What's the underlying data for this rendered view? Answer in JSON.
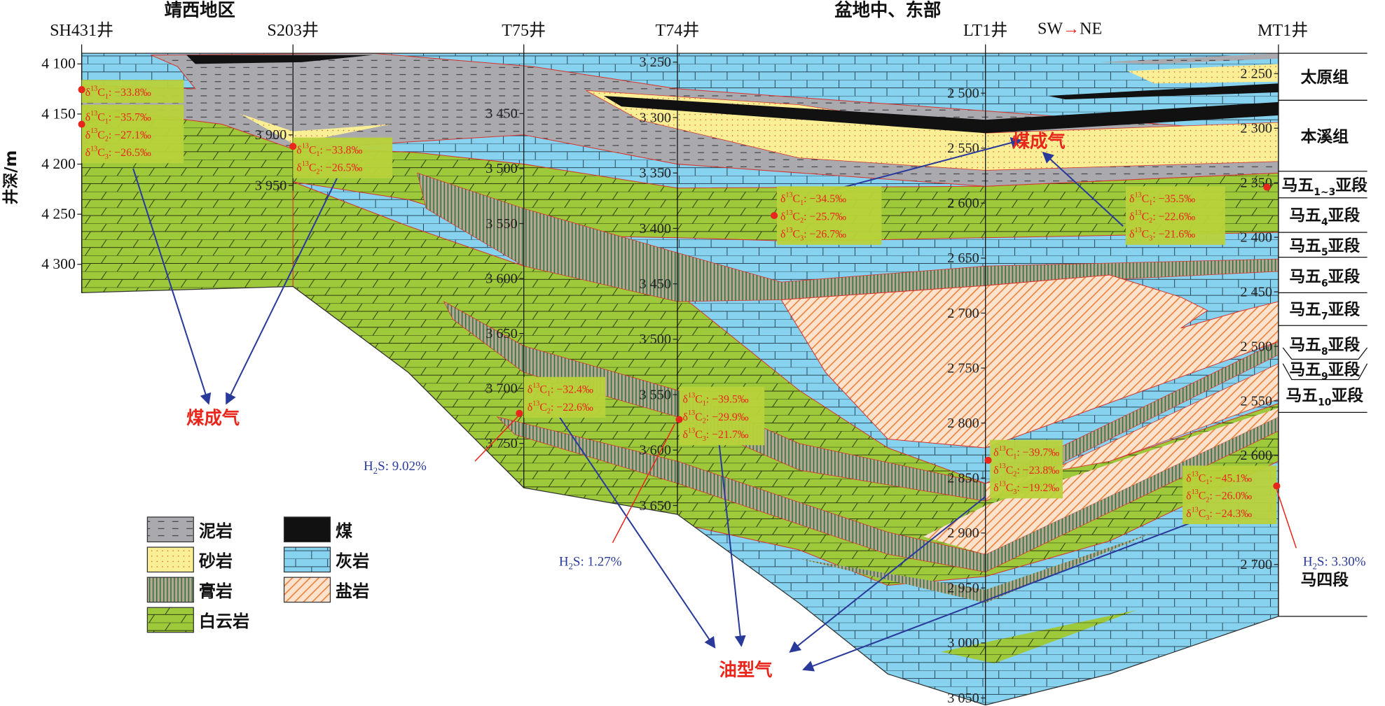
{
  "header": {
    "region_west": "靖西地区",
    "region_east": "盆地中、东部",
    "direction": {
      "from": "SW",
      "arrow": "→",
      "to": "NE"
    },
    "wells": [
      "SH431井",
      "S203井",
      "T75井",
      "T74井",
      "LT1井",
      "MT1井"
    ]
  },
  "axis": {
    "label": "井深/m"
  },
  "depth_ticks": {
    "SH431": [
      "4 100",
      "4 150",
      "4 200",
      "4 250",
      "4 300"
    ],
    "S203": [
      "3 900",
      "3 950"
    ],
    "T75": [
      "3 450",
      "3 500",
      "3 550",
      "3 600",
      "3 650",
      "3 700",
      "3 750"
    ],
    "T74": [
      "3 250",
      "3 300",
      "3 350",
      "3 400",
      "3 450",
      "3 500",
      "3 550",
      "3 600",
      "3 650"
    ],
    "LT1": [
      "2 500",
      "2 550",
      "2 600",
      "2 650",
      "2 700",
      "2 750",
      "2 800",
      "2 850",
      "2 900",
      "2 950",
      "3 000",
      "3 050"
    ],
    "MT1": [
      "2 250",
      "2 300",
      "2 350",
      "2 400",
      "2 450",
      "2 500",
      "2 550",
      "2 600",
      "2 700"
    ]
  },
  "formations": [
    {
      "name": "太原组",
      "sub": ""
    },
    {
      "name": "本溪组",
      "sub": ""
    },
    {
      "name": "马五",
      "sub": "1~3",
      "suffix": "亚段"
    },
    {
      "name": "马五",
      "sub": "4",
      "suffix": "亚段"
    },
    {
      "name": "马五",
      "sub": "5",
      "suffix": "亚段"
    },
    {
      "name": "马五",
      "sub": "6",
      "suffix": "亚段"
    },
    {
      "name": "马五",
      "sub": "7",
      "suffix": "亚段"
    },
    {
      "name": "马五",
      "sub": "8",
      "suffix": "亚段"
    },
    {
      "name": "马五",
      "sub": "9",
      "suffix": "亚段"
    },
    {
      "name": "马五",
      "sub": "10",
      "suffix": "亚段"
    },
    {
      "name": "马四段",
      "sub": ""
    }
  ],
  "isotope_boxes": [
    {
      "lines": [
        {
          "d": "δ",
          "sup": "13",
          "c": "C",
          "sub": "1",
          "val": ": −33.8‰"
        }
      ]
    },
    {
      "lines": [
        {
          "d": "δ",
          "sup": "13",
          "c": "C",
          "sub": "1",
          "val": ": −35.7‰"
        },
        {
          "d": "δ",
          "sup": "13",
          "c": "C",
          "sub": "2",
          "val": ": −27.1‰"
        },
        {
          "d": "δ",
          "sup": "13",
          "c": "C",
          "sub": "3",
          "val": ": −26.5‰"
        }
      ]
    },
    {
      "lines": [
        {
          "d": "δ",
          "sup": "13",
          "c": "C",
          "sub": "1",
          "val": ": −33.8‰"
        },
        {
          "d": "δ",
          "sup": "13",
          "c": "C",
          "sub": "2",
          "val": ": −26.5‰"
        }
      ]
    },
    {
      "lines": [
        {
          "d": "δ",
          "sup": "13",
          "c": "C",
          "sub": "1",
          "val": ": −34.5‰"
        },
        {
          "d": "δ",
          "sup": "13",
          "c": "C",
          "sub": "2",
          "val": ": −25.7‰"
        },
        {
          "d": "δ",
          "sup": "13",
          "c": "C",
          "sub": "3",
          "val": ": −26.7‰"
        }
      ]
    },
    {
      "lines": [
        {
          "d": "δ",
          "sup": "13",
          "c": "C",
          "sub": "1",
          "val": ": −35.5‰"
        },
        {
          "d": "δ",
          "sup": "13",
          "c": "C",
          "sub": "2",
          "val": ": −22.6‰"
        },
        {
          "d": "δ",
          "sup": "13",
          "c": "C",
          "sub": "3",
          "val": ": −21.6‰"
        }
      ]
    },
    {
      "lines": [
        {
          "d": "δ",
          "sup": "13",
          "c": "C",
          "sub": "1",
          "val": ": −32.4‰"
        },
        {
          "d": "δ",
          "sup": "13",
          "c": "C",
          "sub": "2",
          "val": ": −22.6‰"
        }
      ]
    },
    {
      "lines": [
        {
          "d": "δ",
          "sup": "13",
          "c": "C",
          "sub": "1",
          "val": ": −39.5‰"
        },
        {
          "d": "δ",
          "sup": "13",
          "c": "C",
          "sub": "2",
          "val": ": −29.9‰"
        },
        {
          "d": "δ",
          "sup": "13",
          "c": "C",
          "sub": "3",
          "val": ": −21.7‰"
        }
      ]
    },
    {
      "lines": [
        {
          "d": "δ",
          "sup": "13",
          "c": "C",
          "sub": "1",
          "val": ": −39.7‰"
        },
        {
          "d": "δ",
          "sup": "13",
          "c": "C",
          "sub": "2",
          "val": ": −23.8‰"
        },
        {
          "d": "δ",
          "sup": "13",
          "c": "C",
          "sub": "3",
          "val": ": −19.2‰"
        }
      ]
    },
    {
      "lines": [
        {
          "d": "δ",
          "sup": "13",
          "c": "C",
          "sub": "1",
          "val": ": −45.1‰"
        },
        {
          "d": "δ",
          "sup": "13",
          "c": "C",
          "sub": "2",
          "val": ": −26.0‰"
        },
        {
          "d": "δ",
          "sup": "13",
          "c": "C",
          "sub": "3",
          "val": ": −24.3‰"
        }
      ]
    }
  ],
  "gas_labels": {
    "coal_gas": "煤成气",
    "oil_gas": "油型气"
  },
  "h2s": [
    {
      "prefix": "H",
      "sub": "2",
      "rest": "S: 9.02%"
    },
    {
      "prefix": "H",
      "sub": "2",
      "rest": "S: 1.27%"
    },
    {
      "prefix": "H",
      "sub": "2",
      "rest": "S: 3.30%"
    }
  ],
  "legend": [
    {
      "key": "mudstone",
      "label": "泥岩"
    },
    {
      "key": "coal",
      "label": "煤"
    },
    {
      "key": "sandstone",
      "label": "砂岩"
    },
    {
      "key": "limestone",
      "label": "灰岩"
    },
    {
      "key": "gypsum",
      "label": "膏岩"
    },
    {
      "key": "salt",
      "label": "盐岩"
    },
    {
      "key": "dolomite",
      "label": "白云岩"
    }
  ],
  "colors": {
    "limestone": "#86d2ef",
    "dolomite": "#9dc93a",
    "mudstone": "#a9a9ae",
    "sandstone": "#fbef95",
    "coal": "#111111",
    "salt": "#fde3cd",
    "gypsum": "#8fa88a",
    "isotope_box": "#b8d23a",
    "red": "#e8261c",
    "blue": "#2a3a9a"
  }
}
